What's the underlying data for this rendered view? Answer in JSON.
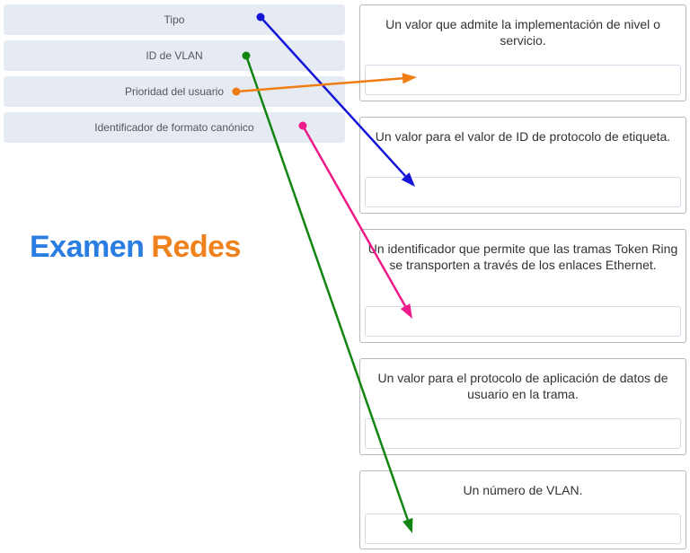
{
  "drag_items": [
    {
      "label": "Tipo"
    },
    {
      "label": "ID de VLAN"
    },
    {
      "label": "Prioridad del usuario"
    },
    {
      "label": "Identificador de formato canónico"
    }
  ],
  "targets": [
    {
      "text": "Un valor que admite la implementación de nivel o servicio."
    },
    {
      "text": "Un valor para el valor de ID de protocolo de etiqueta."
    },
    {
      "text": "Un identificador que permite que las tramas Token Ring se transporten a través de los enlaces Ethernet."
    },
    {
      "text": "Un valor para el protocolo de aplicación de datos de usuario en la trama."
    },
    {
      "text": "Un número de VLAN."
    }
  ],
  "logo": {
    "part1": "Examen",
    "part2": "Redes"
  },
  "arrows": [
    {
      "from_item": "Tipo",
      "to_target": "Un valor para el valor de ID de protocolo de etiqueta.",
      "color": "#1515d8"
    },
    {
      "from_item": "ID de VLAN",
      "to_target": "Un número de VLAN.",
      "color": "#118511"
    },
    {
      "from_item": "Prioridad del usuario",
      "to_target": "Un valor que admite la implementación de nivel o servicio.",
      "color": "#f07d14"
    },
    {
      "from_item": "Identificador de formato canónico",
      "to_target": "Un identificador que permite que las tramas Token Ring se transporten a través de los enlaces Ethernet.",
      "color": "#ee1a8a"
    }
  ],
  "colors": {
    "item_bg": "#e6eaf3",
    "logo_blue": "#2a7de1",
    "logo_orange": "#f0821e"
  }
}
